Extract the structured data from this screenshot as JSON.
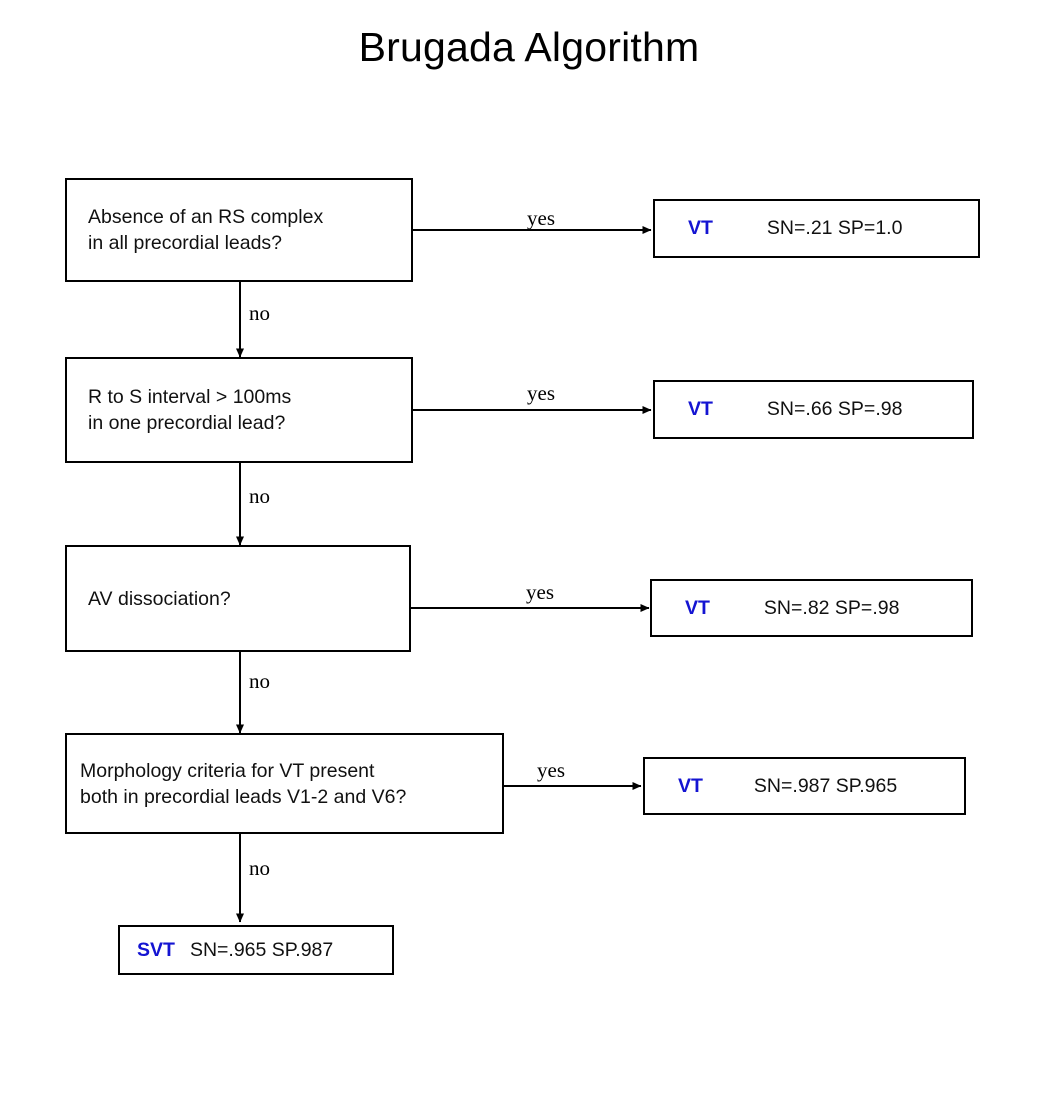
{
  "title": "Brugada Algorithm",
  "colors": {
    "outcome_accent": "#1414d2",
    "stroke": "#000000",
    "background": "#ffffff",
    "text": "#111111"
  },
  "edge_labels": {
    "yes": "yes",
    "no": "no"
  },
  "steps": [
    {
      "id": "step-1",
      "question": "Absence of an RS complex\nin all precordial leads?",
      "yes_label": "yes",
      "no_label": "no",
      "outcome": {
        "diagnosis": "VT",
        "stats": "SN=.21 SP=1.0"
      }
    },
    {
      "id": "step-2",
      "question": "R to S interval > 100ms\nin one precordial lead?",
      "yes_label": "yes",
      "no_label": "no",
      "outcome": {
        "diagnosis": "VT",
        "stats": "SN=.66 SP=.98"
      }
    },
    {
      "id": "step-3",
      "question": "AV dissociation?",
      "yes_label": "yes",
      "no_label": "no",
      "outcome": {
        "diagnosis": "VT",
        "stats": "SN=.82 SP=.98"
      }
    },
    {
      "id": "step-4",
      "question": "Morphology criteria for VT present\nboth in precordial leads V1-2 and V6?",
      "yes_label": "yes",
      "no_label": "no",
      "outcome": {
        "diagnosis": "VT",
        "stats": "SN=.987 SP.965"
      }
    }
  ],
  "final_outcome": {
    "diagnosis": "SVT",
    "stats": "SN=.965 SP.987"
  }
}
